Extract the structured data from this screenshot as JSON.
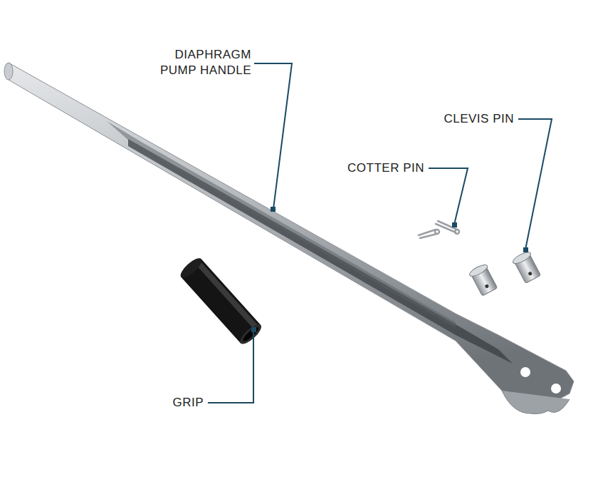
{
  "diagram": {
    "labels": [
      "DIAPHRAGM PUMP HANDLE",
      "COTTER PIN",
      "CLEVIS PIN",
      "GRIP"
    ]
  }
}
